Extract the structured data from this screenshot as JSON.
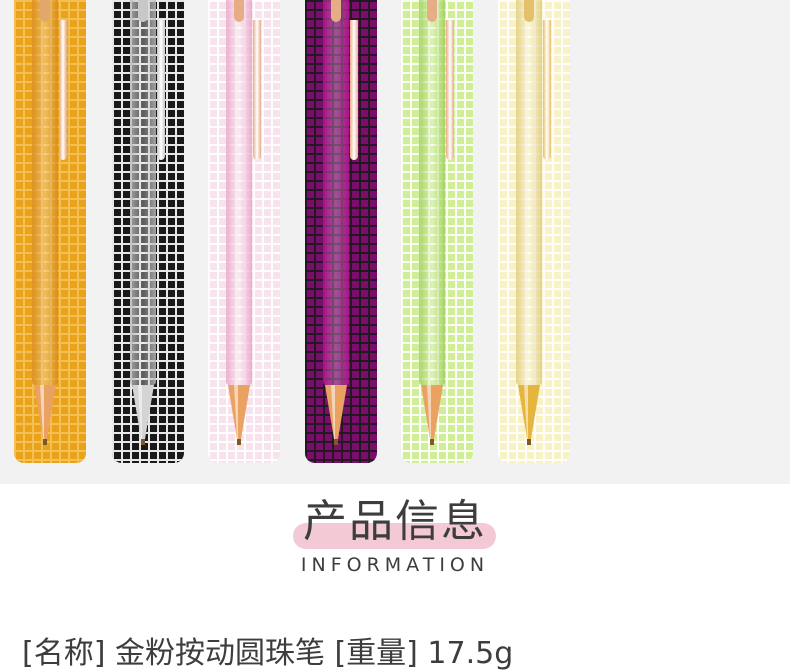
{
  "pens": [
    {
      "name": "orange",
      "bg": "#e8a31a",
      "line": "#f5c25b",
      "body": "#d88a18",
      "clip": "#e2a86b",
      "tip": "#e9a261"
    },
    {
      "name": "silver",
      "bg": "#1a1a1a",
      "line": "#ffffff",
      "body": "#b9b9b9",
      "clip": "#c8c8c8",
      "tip": "#d4d4d4"
    },
    {
      "name": "pink",
      "bg": "#f7e3ee",
      "line": "#ffffff",
      "body": "#e9a4c6",
      "clip": "#e6ad86",
      "tip": "#e9a261"
    },
    {
      "name": "purple",
      "bg": "#7b0d6d",
      "line": "#1b1b1b",
      "body": "#b6148f",
      "clip": "#e6ad86",
      "tip": "#e9a261"
    },
    {
      "name": "green",
      "bg": "#cfee97",
      "line": "#ffffff",
      "body": "#9fcf58",
      "clip": "#e6ad86",
      "tip": "#e9a261"
    },
    {
      "name": "gold",
      "bg": "#f8f2c7",
      "line": "#ffffff",
      "body": "#e0cc7a",
      "clip": "#e4c06a",
      "tip": "#e6b53d"
    }
  ],
  "section": {
    "title": "产品信息",
    "subtitle": "INFORMATION",
    "highlight_color": "#f2c9d4"
  },
  "detail": {
    "line": "[名称] 金粉按动圆珠笔 [重量] 17.5g"
  }
}
